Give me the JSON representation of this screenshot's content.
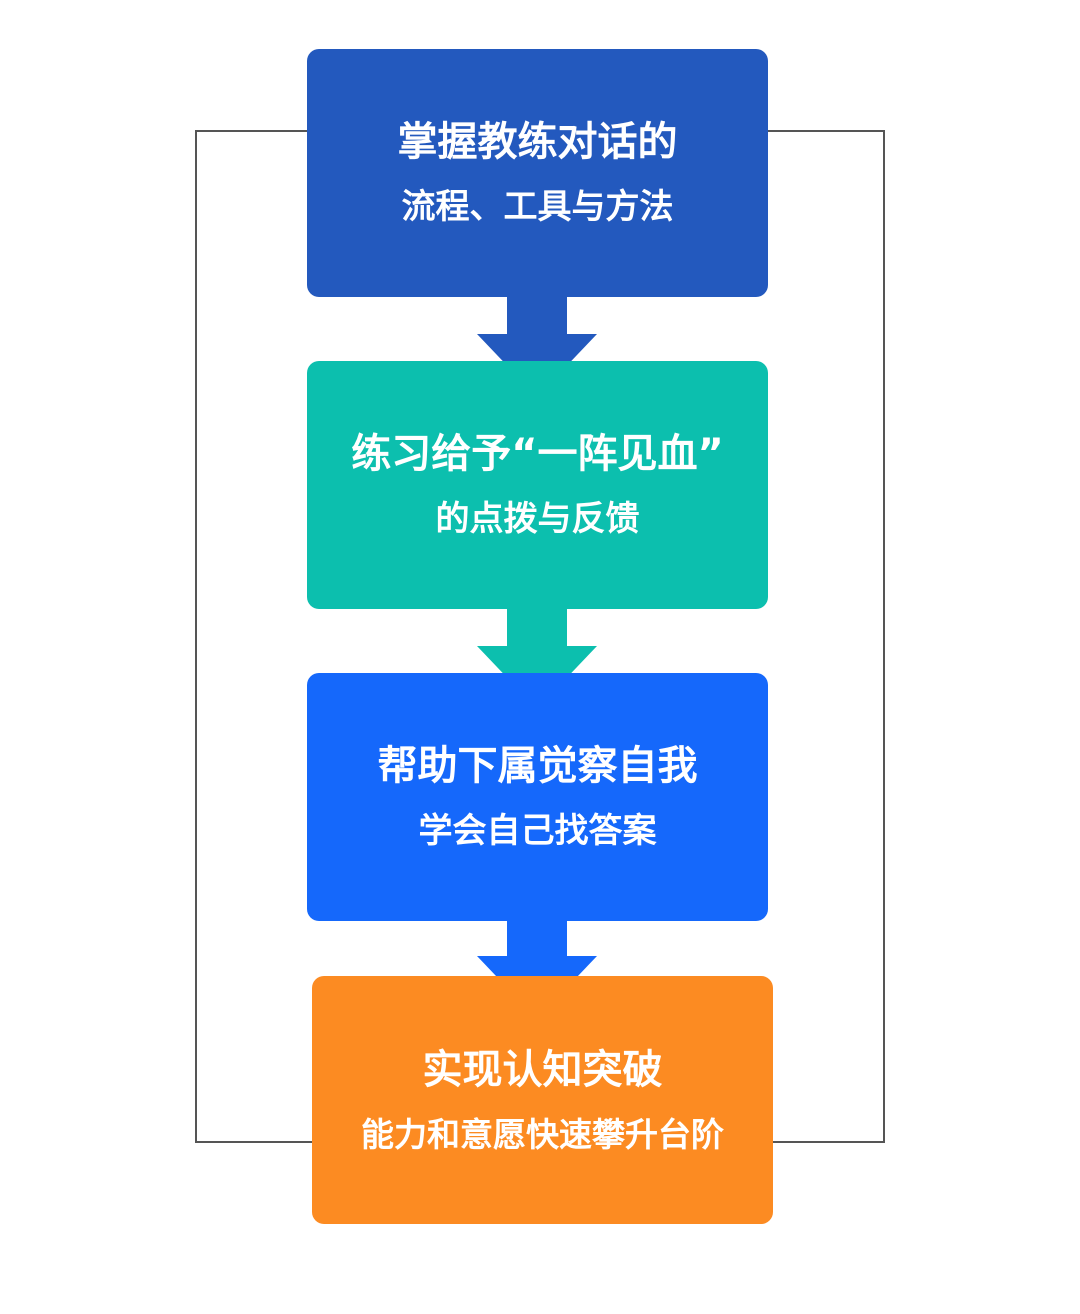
{
  "steps": [
    {
      "line1": "掌握教练对话的",
      "line2": "流程、工具与方法",
      "color": "#2359be"
    },
    {
      "line1": "练习给予“一阵见血”",
      "line2": "的点拨与反馈",
      "color": "#0cbfae"
    },
    {
      "line1": "帮助下属觉察自我",
      "line2": "学会自己找答案",
      "color": "#1568fb"
    },
    {
      "line1": "实现认知突破",
      "line2": "能力和意愿快速攀升台阶",
      "color": "#fc8b22"
    }
  ],
  "colors": {
    "frame_line": "#555555",
    "background": "#ffffff"
  }
}
